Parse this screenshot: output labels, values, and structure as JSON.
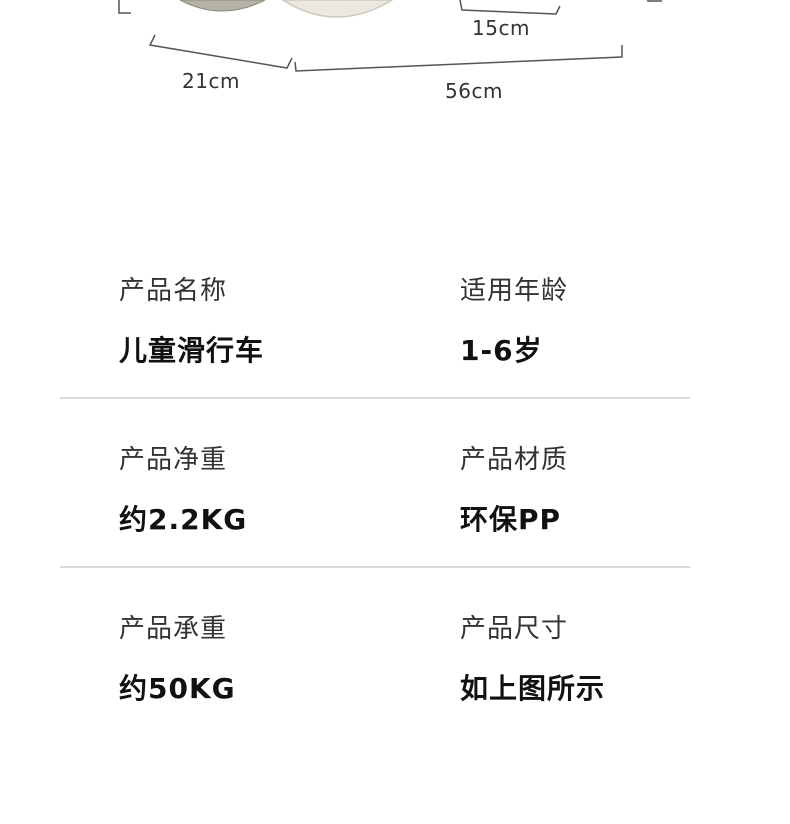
{
  "dimensions": {
    "width_label": "21cm",
    "length_label": "56cm",
    "height_label": "15cm"
  },
  "specs": [
    {
      "label": "产品名称",
      "value": "儿童滑行车"
    },
    {
      "label": "适用年龄",
      "value": "1-6岁"
    },
    {
      "label": "产品净重",
      "value": "约2.2KG"
    },
    {
      "label": "产品材质",
      "value": "环保PP"
    },
    {
      "label": "产品承重",
      "value": "约50KG"
    },
    {
      "label": "产品尺寸",
      "value": "如上图所示"
    }
  ],
  "colors": {
    "divider": "#d9d9d9",
    "text": "#1a1a1a",
    "wheel_dark": "#b7b2a6",
    "wheel_light": "#ece8e0"
  }
}
